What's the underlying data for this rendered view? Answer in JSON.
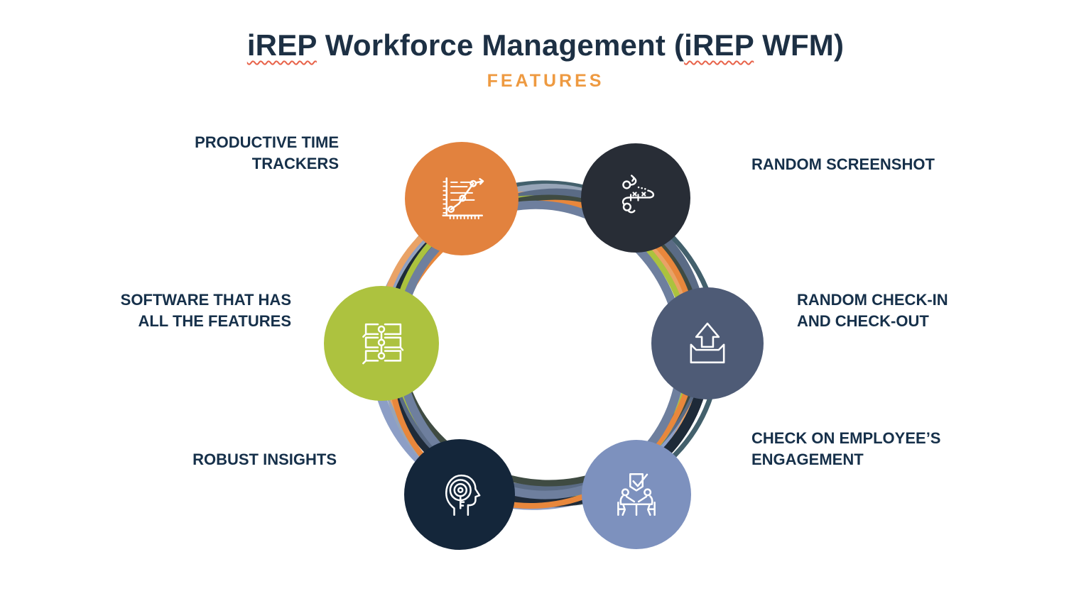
{
  "header": {
    "title_part1": "iREP",
    "title_part2": " Workforce Management (",
    "title_part3": "iREP",
    "title_part4": " WFM)",
    "subtitle": "FEATURES"
  },
  "colors": {
    "title": "#1d3044",
    "subtitle": "#ee9a41",
    "label_text": "#16304a",
    "background": "#ffffff",
    "icon_stroke": "#ffffff",
    "spellcheck_squiggle": "#e8634a"
  },
  "ring": {
    "colors": [
      "#43606c",
      "#8c9ec6",
      "#97a5b8",
      "#e9a266",
      "#1e2a38",
      "#5a6b85",
      "#abc23e",
      "#3f4b42",
      "#e8873c",
      "#6e7f9e"
    ]
  },
  "features": [
    {
      "id": "productive-time-trackers",
      "label_lines": [
        "PRODUCTIVE TIME",
        "TRACKERS"
      ],
      "color": "#e2823e",
      "icon": "line-chart-icon"
    },
    {
      "id": "random-screenshot",
      "label_lines": [
        "RANDOM SCREENSHOT",
        ""
      ],
      "color": "#282d36",
      "icon": "route-icon"
    },
    {
      "id": "random-check-in-and-check-out",
      "label_lines": [
        "RANDOM CHECK-IN",
        "AND CHECK-OUT"
      ],
      "color": "#4e5b76",
      "icon": "upload-tray-icon"
    },
    {
      "id": "check-on-employees-engagement",
      "label_lines": [
        "CHECK ON EMPLOYEE’S",
        "ENGAGEMENT"
      ],
      "color": "#7d91be",
      "icon": "meeting-check-icon"
    },
    {
      "id": "robust-insights",
      "label_lines": [
        "ROBUST INSIGHTS",
        ""
      ],
      "color": "#14263a",
      "icon": "head-key-icon"
    },
    {
      "id": "software-that-has-all-the-features",
      "label_lines": [
        "SOFTWARE THAT HAS",
        "ALL THE FEATURES"
      ],
      "color": "#adc23f",
      "icon": "feature-list-icon"
    }
  ]
}
